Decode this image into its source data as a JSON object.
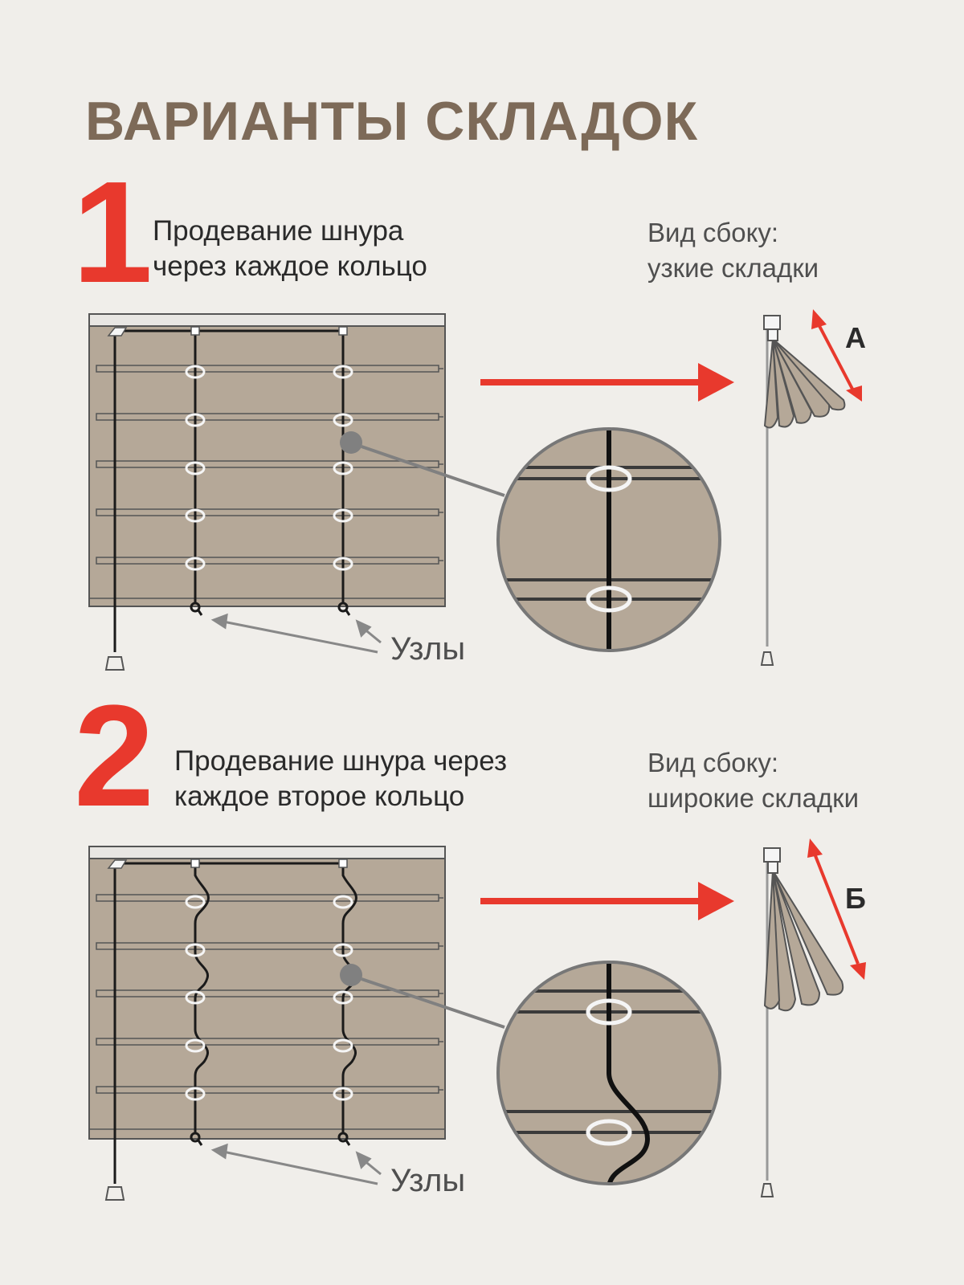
{
  "title": "ВАРИАНТЫ СКЛАДОК",
  "colors": {
    "accent": "#e8392d",
    "fabric": "#b5a898",
    "title": "#7d6a58",
    "background": "#f0eeea"
  },
  "variants": [
    {
      "number": "1",
      "description_line1": "Продевание шнура",
      "description_line2": "через каждое кольцо",
      "side_view_line1": "Вид сбоку:",
      "side_view_line2": "узкие складки",
      "knots_label": "Узлы",
      "fold_letter": "А"
    },
    {
      "number": "2",
      "description_line1": "Продевание шнура через",
      "description_line2": "каждое второе кольцо",
      "side_view_line1": "Вид сбоку:",
      "side_view_line2": "широкие складки",
      "knots_label": "Узлы",
      "fold_letter": "Б"
    }
  ]
}
